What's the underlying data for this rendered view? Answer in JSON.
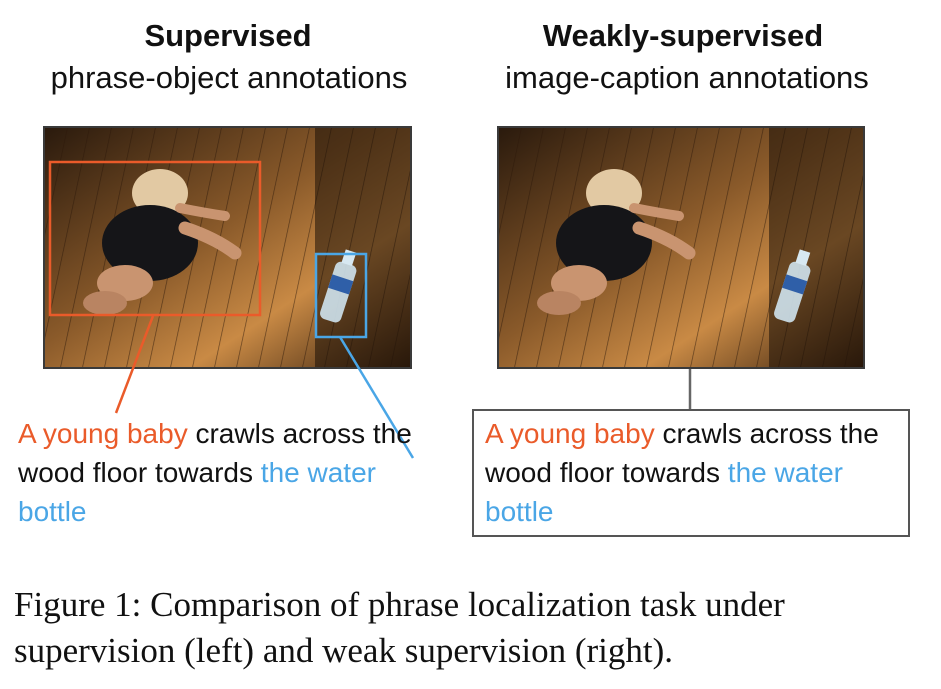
{
  "left_panel": {
    "title": "Supervised",
    "subtitle": "phrase-object annotations",
    "caption": {
      "phrase_baby": "A young baby",
      "middle": " crawls across the wood floor towards ",
      "phrase_bottle": "the water bottle"
    }
  },
  "right_panel": {
    "title": "Weakly-supervised",
    "subtitle": "image-caption annotations",
    "caption": {
      "phrase_baby": "A young baby",
      "middle": " crawls across the wood floor towards ",
      "phrase_bottle": "the water bottle"
    }
  },
  "figure_caption": "Figure 1: Comparison of phrase localization task under supervision (left) and weak supervision (right).",
  "colors": {
    "baby_phrase": "#ea5b2a",
    "bottle_phrase": "#4aa6e6",
    "connector_gray": "#666666"
  }
}
